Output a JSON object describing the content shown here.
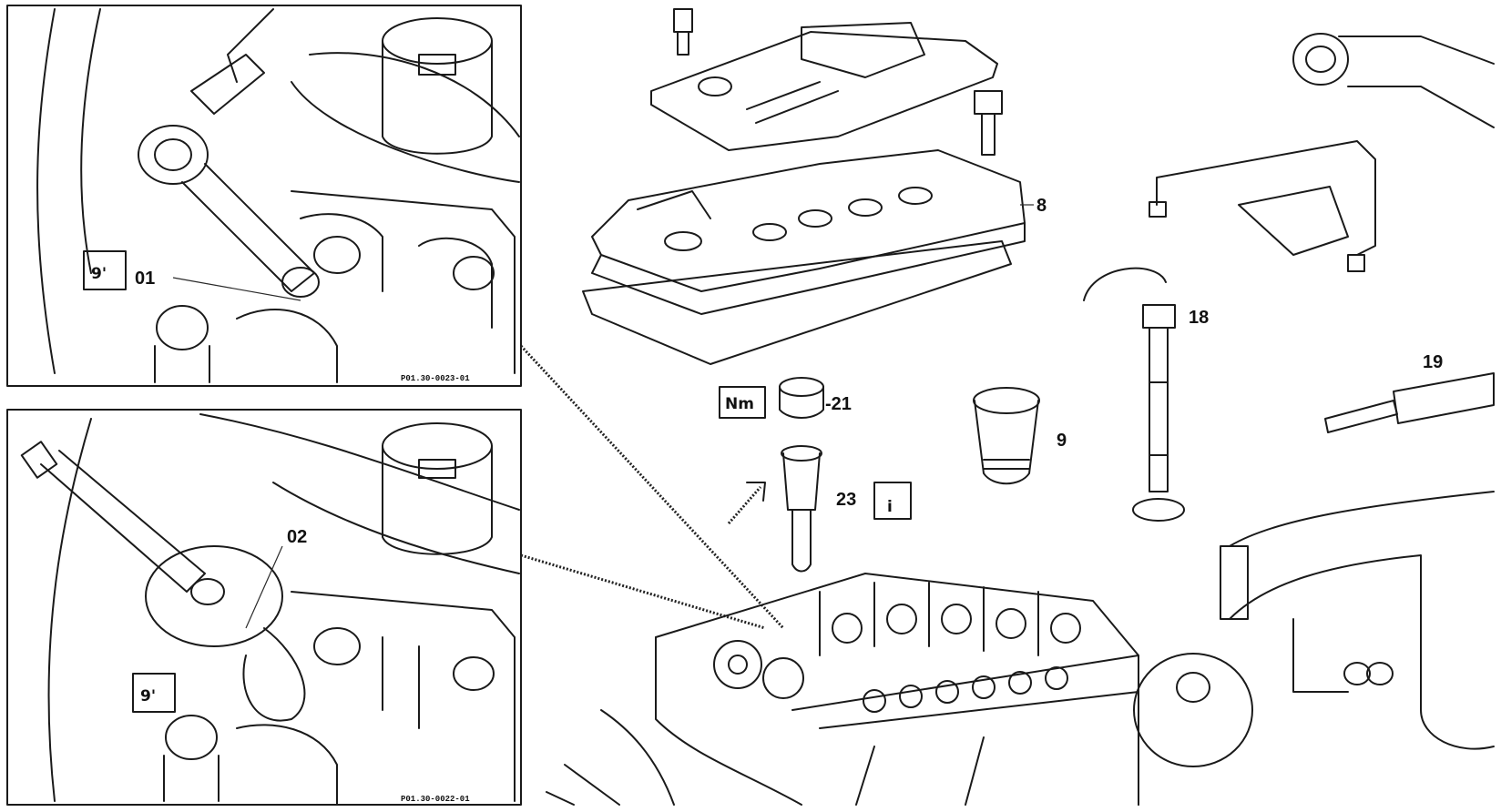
{
  "top_panel": {
    "callout_label": "01",
    "figure_ref": "P01.30-0023-01"
  },
  "bottom_panel": {
    "callout_label": "02",
    "figure_ref": "P01.30-0022-01"
  },
  "symbols": {
    "torque_label": "Nm",
    "info_label": "i"
  },
  "callouts": {
    "valve_cover": "8",
    "bushing": "9",
    "injector": "18",
    "pin": "19",
    "screw": "21",
    "nozzle": "23"
  }
}
